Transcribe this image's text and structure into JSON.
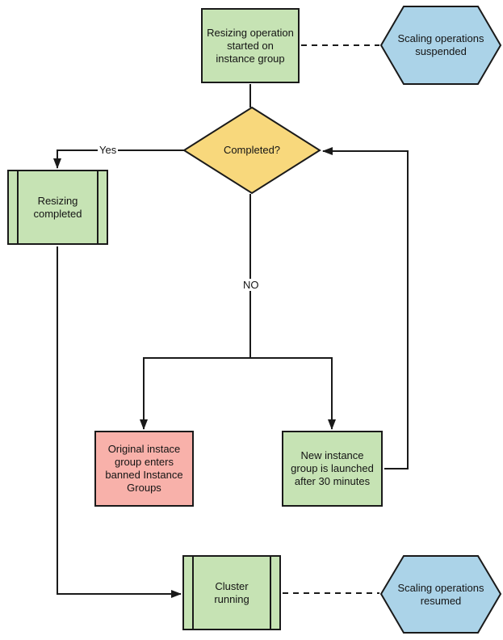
{
  "diagram": {
    "nodes": {
      "start": {
        "label": "Resizing operation\nstarted on\ninstance group",
        "shape": "process",
        "fill": "green"
      },
      "suspended": {
        "label": "Scaling operations\nsuspended",
        "shape": "hexagon",
        "fill": "blue"
      },
      "completed": {
        "label": "Completed?",
        "shape": "decision",
        "fill": "yellow"
      },
      "resizing_completed": {
        "label": "Resizing\ncompleted",
        "shape": "predefined",
        "fill": "green"
      },
      "banned": {
        "label": "Original instace\ngroup enters\nbanned Instance\nGroups",
        "shape": "process",
        "fill": "red"
      },
      "new_group": {
        "label": "New instance\ngroup is launched\nafter 30 minutes",
        "shape": "process",
        "fill": "green"
      },
      "cluster": {
        "label": "Cluster\nrunning",
        "shape": "predefined",
        "fill": "green"
      },
      "resumed": {
        "label": "Scaling operations\nresumed",
        "shape": "hexagon",
        "fill": "blue"
      }
    },
    "edge_labels": {
      "yes": "Yes",
      "no": "NO"
    }
  },
  "colors": {
    "green": "#c6e3b4",
    "blue": "#abd3e8",
    "yellow": "#f8d87c",
    "red": "#f8b1aa",
    "stroke": "#1a1a1a",
    "text": "#141414",
    "background": "#ffffff"
  }
}
